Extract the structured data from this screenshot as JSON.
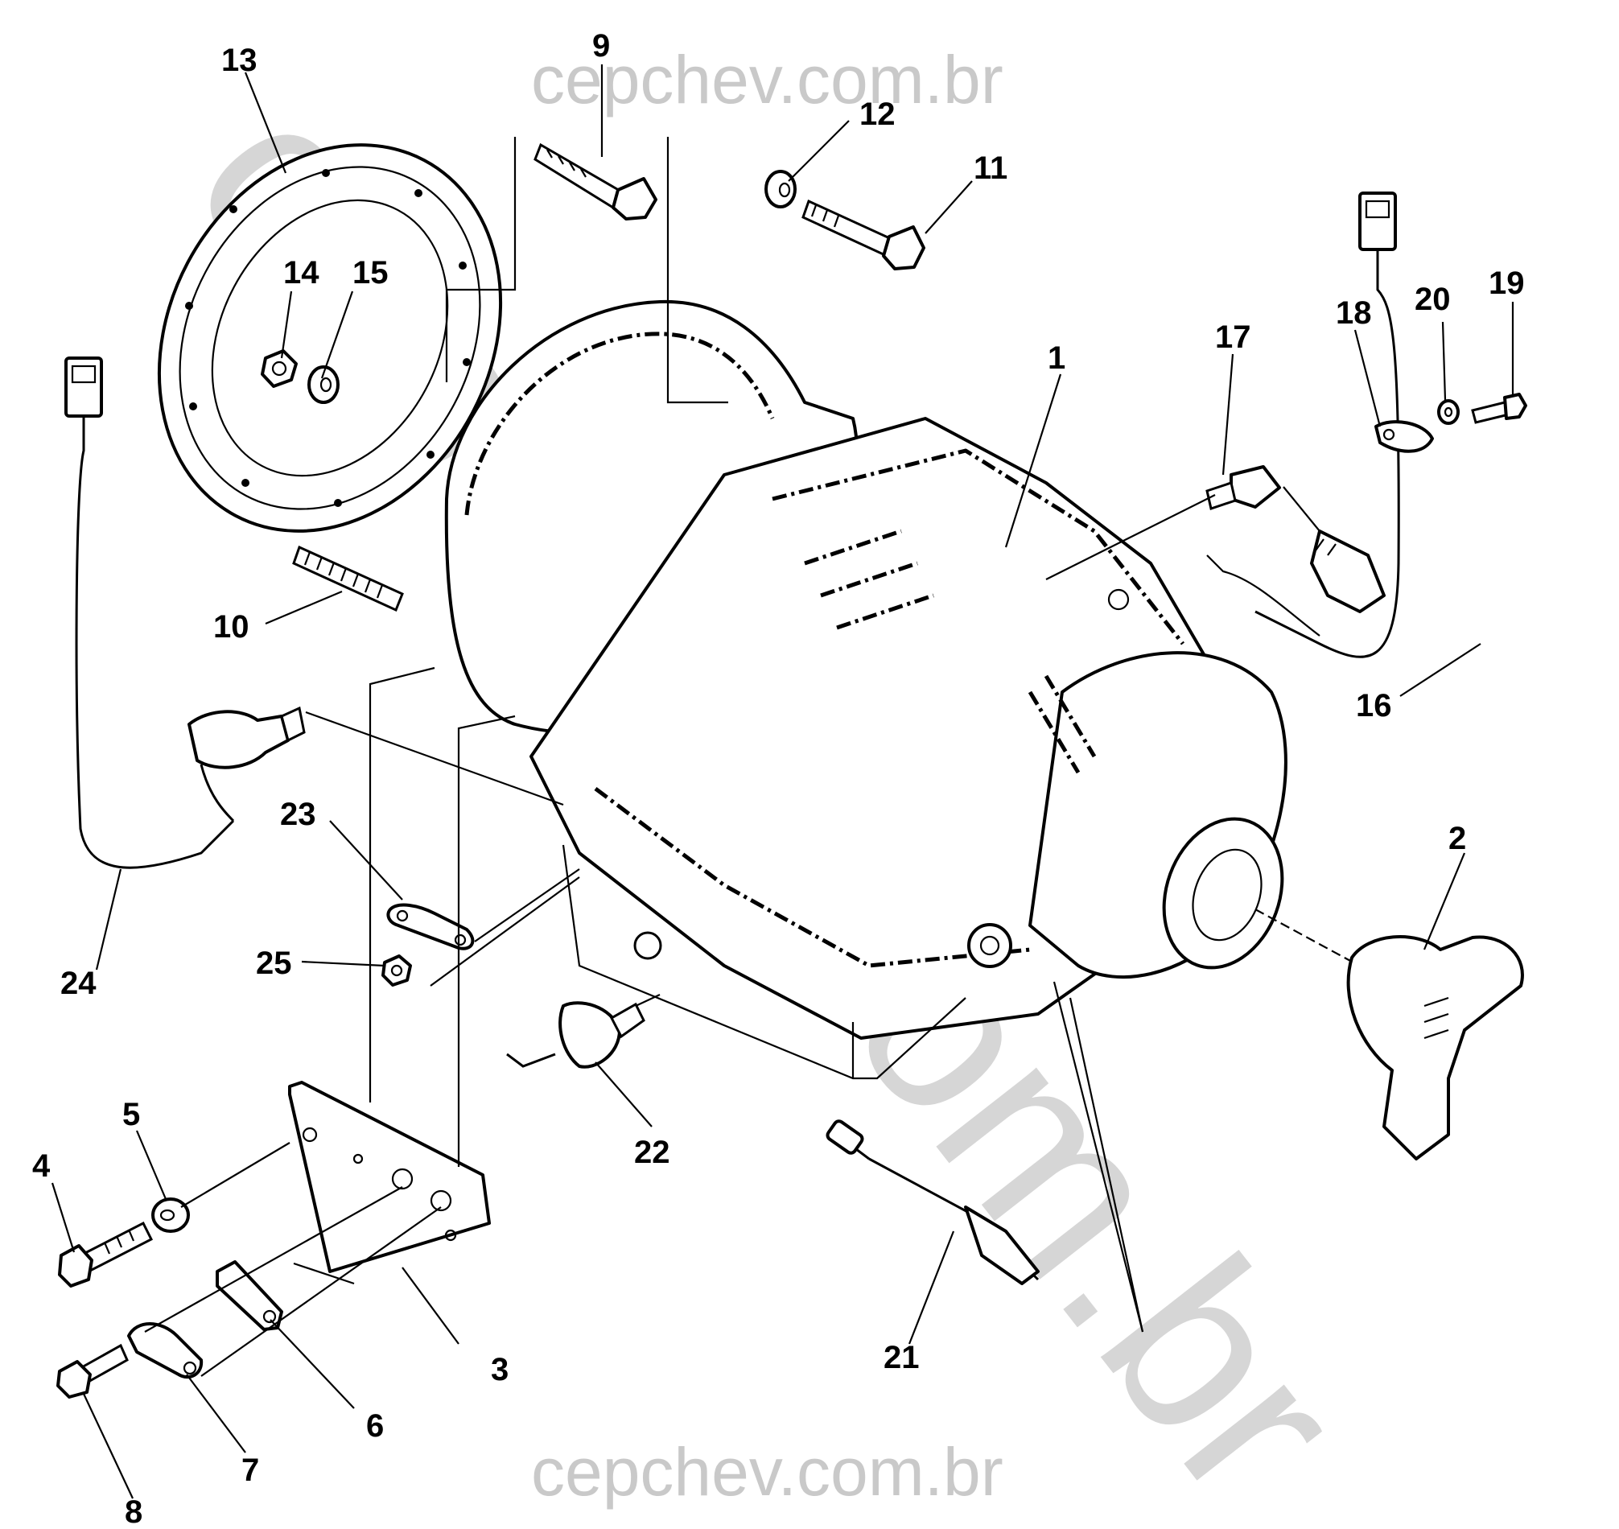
{
  "watermark": {
    "top": "cepchev.com.br",
    "bottom": "cepchev.com.br",
    "diagonal": "cepchev.com.br"
  },
  "callouts": {
    "c1": "1",
    "c2": "2",
    "c3": "3",
    "c4": "4",
    "c5": "5",
    "c6": "6",
    "c7": "7",
    "c8": "8",
    "c9": "9",
    "c10": "10",
    "c11": "11",
    "c12": "12",
    "c13": "13",
    "c14": "14",
    "c15": "15",
    "c16": "16",
    "c17": "17",
    "c18": "18",
    "c19": "19",
    "c20": "20",
    "c21": "21",
    "c22": "22",
    "c23": "23",
    "c24": "24",
    "c25": "25"
  },
  "colors": {
    "ink": "#000000",
    "watermark": "#c9c9c9",
    "background": "#ffffff"
  }
}
